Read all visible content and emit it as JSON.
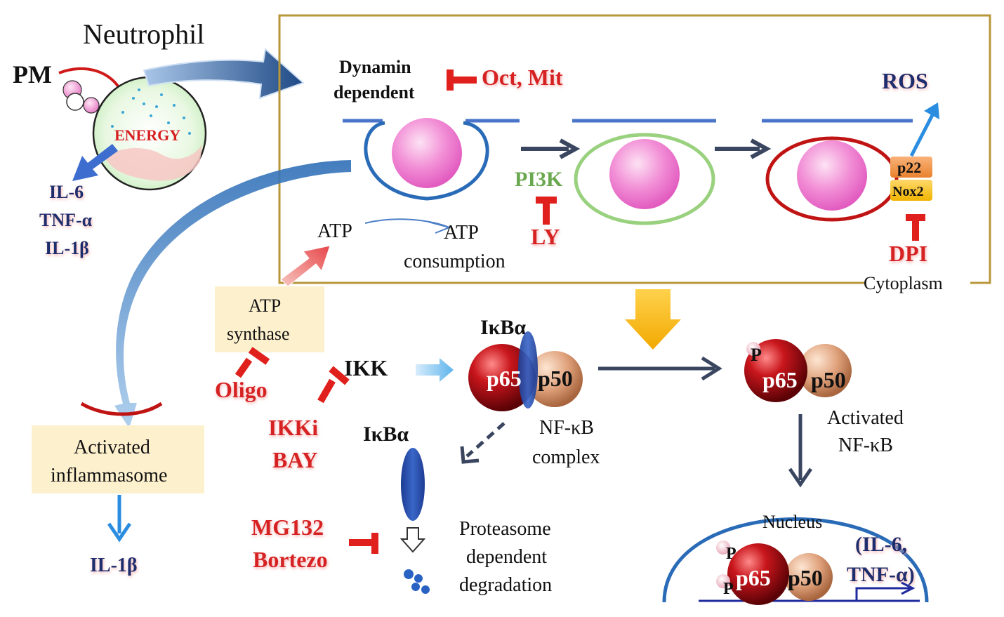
{
  "neutrophil": {
    "title": "Neutrophil",
    "pm": "PM",
    "energy": "ENERGY",
    "cytokines": [
      "IL-6",
      "TNF-α",
      "IL-1β"
    ]
  },
  "endocytosis": {
    "dynamin_line1": "Dynamin",
    "dynamin_line2": "dependent",
    "inhibitor_oct_mit": "Oct, Mit",
    "pi3k": "PI3K",
    "ly": "LY",
    "ros": "ROS",
    "p22": "p22",
    "nox2": "Nox2",
    "dpi": "DPI",
    "cytoplasm": "Cytoplasm",
    "atp": "ATP",
    "atp_consumption_line1": "ATP",
    "atp_consumption_line2": "consumption"
  },
  "atp_synthase": {
    "line1": "ATP",
    "line2": "synthase",
    "inhibitor": "Oligo"
  },
  "inflammasome": {
    "line1": "Activated",
    "line2": "inflammasome",
    "output": "IL-1β"
  },
  "nfkb": {
    "ikk": "IKK",
    "ikk_inhibitor_line1": "IKKi",
    "ikk_inhibitor_line2": "BAY",
    "ikba_top": "IκBα",
    "p65": "p65",
    "p50": "p50",
    "complex_line1": "NF-κB",
    "complex_line2": "complex",
    "ikba_free": "IκBα",
    "proteasome_inhibitor_line1": "MG132",
    "proteasome_inhibitor_line2": "Bortezo",
    "proteasome_line1": "Proteasome",
    "proteasome_line2": "dependent",
    "proteasome_line3": "degradation",
    "phospho": "P",
    "activated_line1": "Activated",
    "activated_line2": "NF-κB"
  },
  "nucleus": {
    "label": "Nucleus",
    "genes_line1": "(IL-6,",
    "genes_line2": "TNF-α)"
  },
  "colors": {
    "inhibitor_red": "#e0201c",
    "navy_arrow": "#3a4660",
    "membrane_blue": "#4a74c9",
    "frame_gold": "#b8963a",
    "box_fill": "#fdf0cd"
  }
}
